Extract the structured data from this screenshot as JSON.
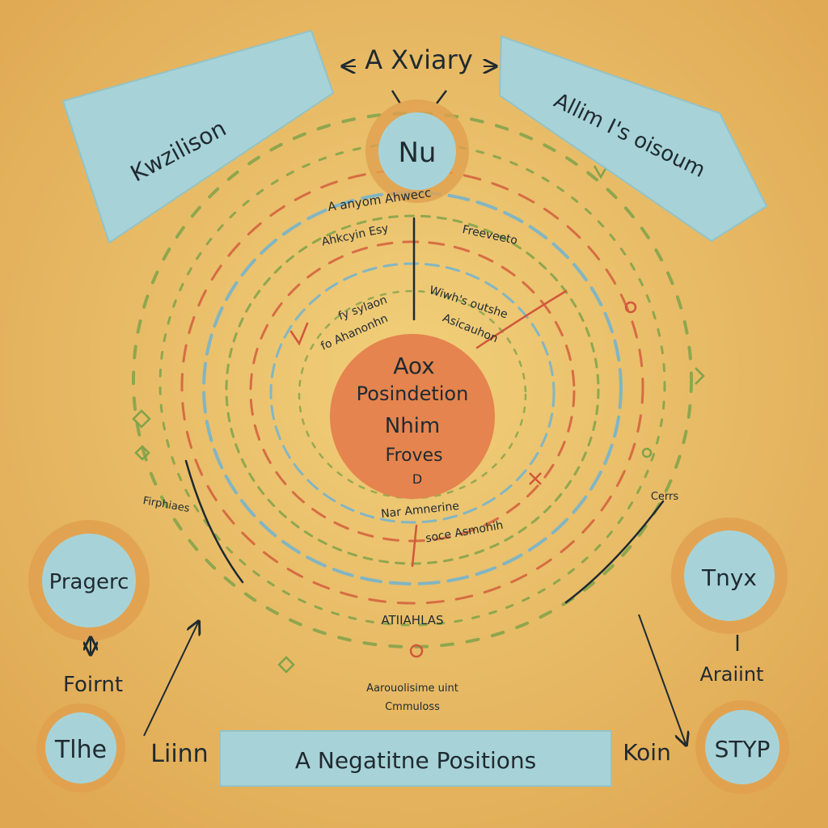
{
  "colors": {
    "paper": "#ecc168",
    "paper_edge": "#dca653",
    "light_blue": "#a7d3d8",
    "center_orange": "#e5844e",
    "halo_orange": "#e0a04f",
    "ring_green": "#7fa24a",
    "ring_blue": "#6fb3d2",
    "ring_red": "#d1573a",
    "ink": "#1f2a30"
  },
  "title": "A Xviary",
  "top_node": "Nu",
  "banner_left": "Kwzilison",
  "banner_right": "Allim I's oisoum",
  "center": {
    "line1": "Aox",
    "line2": "Posindetion",
    "line3": "Nhim",
    "line4": "Froves",
    "line5": "D"
  },
  "ring_labels": {
    "outer_top": "A anyom Ahwecc",
    "upper_left": "Ahkcyin Esy",
    "upper_right": "Freeveeto",
    "inner_left1": "fy sylaon",
    "inner_left2": "fo Ahanonhn",
    "inner_right1": "Wiwh's outshe",
    "inner_right2": "Asicauhon",
    "lower_inner": "Nar Amnerine",
    "lower_middle": "soce Asmohih",
    "lower_outer": "ATIIAHLAS",
    "bottom_note1": "Aarouolisime uint",
    "bottom_note2": "Cmmuloss",
    "left_side": "Firphiaes",
    "right_side": "Cerrs"
  },
  "left_node": "Pragerc",
  "left_caption": "Foirnt",
  "right_node": "Tnyx",
  "right_caption": "Araiint",
  "bottom_left_node": "Tlhe",
  "bottom_left_caption": "Liinn",
  "bottom_banner": "A Negatitne Positions",
  "bottom_right_caption": "Koin",
  "bottom_right_node": "STYP"
}
